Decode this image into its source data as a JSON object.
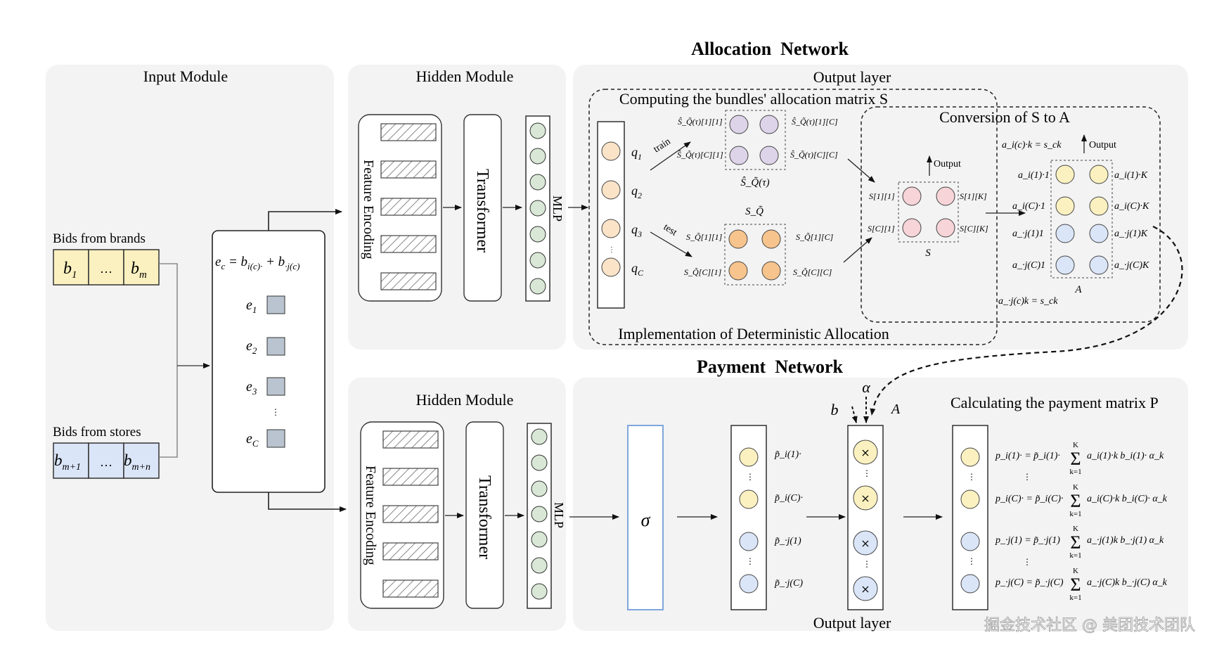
{
  "titles": {
    "allocation": "Allocation  Network",
    "payment": "Payment  Network"
  },
  "input_module": {
    "title": "Input Module",
    "brands_label": "Bids from brands",
    "stores_label": "Bids from stores",
    "brand_bids": [
      "b",
      "…",
      "b"
    ],
    "brand_subs": [
      "1",
      "",
      "m"
    ],
    "store_bids": [
      "b",
      "…",
      "b"
    ],
    "store_subs": [
      "m+1",
      "",
      "m+n"
    ],
    "embedding_formula": "e_c = b_i(c)· + b_·j(c)",
    "embeddings": [
      "e",
      "e",
      "e",
      "e"
    ],
    "embedding_subs": [
      "1",
      "2",
      "3",
      "C"
    ]
  },
  "hidden_module": {
    "title": "Hidden Module",
    "feature_encoding": "Feature Encoding",
    "transformer": "Transformer",
    "mlp": "MLP"
  },
  "allocation_output": {
    "output_layer": "Output layer",
    "bundles_title": "Computing the bundles' allocation matrix S",
    "conversion_title": "Conversion of S to A",
    "implementation_title": "Implementation of Deterministic Allocation",
    "q_labels": [
      "q",
      "q",
      "q",
      "q"
    ],
    "q_subs": [
      "1",
      "2",
      "3",
      "C"
    ],
    "train": "train",
    "test": "test",
    "s_tau_labels": [
      "Ŝ_Q̃(τ)[1][1]",
      "Ŝ_Q̃(τ)[1][C]",
      "Ŝ_Q̃(τ)[C][1]",
      "Ŝ_Q̃(τ)[C][C]"
    ],
    "s_tau_caption": "Ŝ_Q̃(τ)",
    "s_q_labels": [
      "S_Q̃[1][1]",
      "S_Q̃[1][C]",
      "S_Q̃[C][1]",
      "S_Q̃[C][C]"
    ],
    "s_q_caption": "S_Q̃",
    "s_labels": [
      "S[1][1]",
      "S[1][K]",
      "S[C][1]",
      "S[C][K]"
    ],
    "s_caption": "S",
    "output_word": "Output",
    "a_formula_top": "a_i(c)·k = s_ck",
    "a_formula_bottom": "a_·j(c)k = s_ck",
    "a_left": [
      "a_i(1)·1",
      "a_i(C)·1",
      "a_·j(1)1",
      "a_·j(C)1"
    ],
    "a_right": [
      "a_i(1)·K",
      "a_i(C)·K",
      "a_·j(1)K",
      "a_·j(C)K"
    ],
    "a_caption": "A"
  },
  "payment_output": {
    "sigma": "σ",
    "p_tilde": [
      "p̃_i(1)·",
      "p̃_i(C)·",
      "p̃_·j(1)",
      "p̃_·j(C)"
    ],
    "alpha": "α",
    "b": "b",
    "A": "A",
    "multiply": "×",
    "output_layer": "Output layer",
    "payment_title": "Calculating the payment matrix P",
    "formulas": [
      {
        "lhs": "p_i(1)· = p̃_i(1)·",
        "rhs": "a_i(1)·k b_i(1)· α_k"
      },
      {
        "lhs": "p_i(C)· = p̃_i(C)·",
        "rhs": "a_i(C)·k b_i(C)· α_k"
      },
      {
        "lhs": "p_·j(1) = p̃_·j(1)",
        "rhs": "a_·j(1)k b_·j(1) α_k"
      },
      {
        "lhs": "p_·j(C) = p̃_·j(C)",
        "rhs": "a_·j(C)k b_·j(C) α_k"
      }
    ],
    "sum_top": "K",
    "sum_bottom": "k=1"
  },
  "watermark": "掘金技术社区 @ 美团技术团队",
  "colors": {
    "panel": "#f3f3f3",
    "yellow": "#fbf1c0",
    "blue": "#dbe5f8",
    "green": "#d9e8d6",
    "orange_light": "#fbe3c8",
    "orange": "#f7c48d",
    "purple": "#ddd4ea",
    "pink": "#f6d4d8",
    "cube": "#b9c4d0",
    "sigma_border": "#7ea7dc"
  }
}
